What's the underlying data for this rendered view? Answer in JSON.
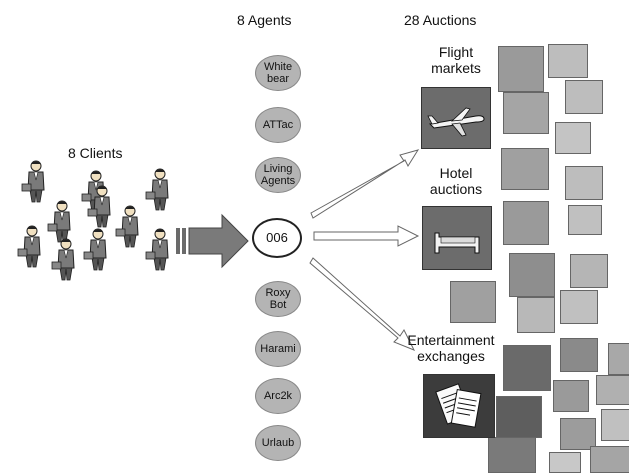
{
  "headers": {
    "agents": "8  Agents",
    "auctions": "28 Auctions",
    "clients": "8 Clients"
  },
  "agents": [
    {
      "label": "White bear",
      "line1": "White",
      "line2": "bear"
    },
    {
      "label": "ATTac",
      "line1": "ATTac",
      "line2": ""
    },
    {
      "label": "Living Agents",
      "line1": "Living",
      "line2": "Agents"
    },
    {
      "label": "006",
      "line1": "006",
      "line2": ""
    },
    {
      "label": "Roxy Bot",
      "line1": "Roxy",
      "line2": "Bot"
    },
    {
      "label": "Harami",
      "line1": "Harami",
      "line2": ""
    },
    {
      "label": "Arc2k",
      "line1": "Arc2k",
      "line2": ""
    },
    {
      "label": "Urlaub",
      "line1": "Urlaub",
      "line2": ""
    }
  ],
  "auction_groups": [
    {
      "line1": "Flight",
      "line2": "markets",
      "icon": "airplane-icon"
    },
    {
      "line1": "Hotel",
      "line2": "auctions",
      "icon": "bed-icon"
    },
    {
      "line1": "Entertainment",
      "line2": "exchanges",
      "icon": "tickets-icon"
    }
  ],
  "icons": [
    "client-person-icon",
    "arrow-right-icon",
    "airplane-icon",
    "bed-icon",
    "tickets-icon"
  ],
  "colors": {
    "agent_fill": "#b4b4b4",
    "square_light": "#bdbdbd",
    "square_mid": "#9a9a9a",
    "square_dark": "#6a6a6a",
    "arrow_fill": "#7a7a7a"
  }
}
